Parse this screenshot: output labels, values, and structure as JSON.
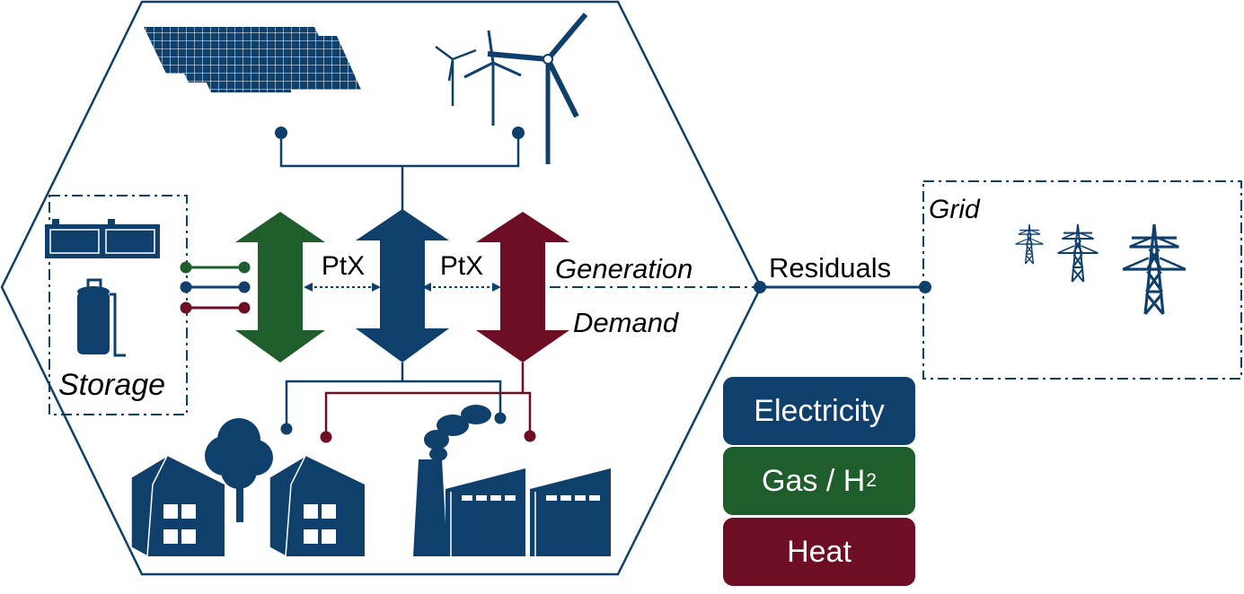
{
  "labels": {
    "ptx_left": "PtX",
    "ptx_right": "PtX",
    "generation": "Generation",
    "demand": "Demand",
    "storage": "Storage",
    "residuals": "Residuals",
    "grid": "Grid"
  },
  "legend": [
    {
      "name": "legend-electricity",
      "label": "Electricity",
      "sub": "",
      "color": "#0f3f6b"
    },
    {
      "name": "legend-gas",
      "label": "Gas / H",
      "sub": "2",
      "color": "#1f5d2c"
    },
    {
      "name": "legend-heat",
      "label": "Heat",
      "sub": "",
      "color": "#6e0e25"
    }
  ],
  "colors": {
    "electricity": "#0f3f6b",
    "gas": "#1f5d2c",
    "heat": "#6e0e25"
  },
  "icons": [
    "solar-panels-icon",
    "wind-turbines-icon",
    "battery-icon",
    "gas-tank-icon",
    "house-icon",
    "tree-icon",
    "factory-icon",
    "power-pylon-icon"
  ]
}
